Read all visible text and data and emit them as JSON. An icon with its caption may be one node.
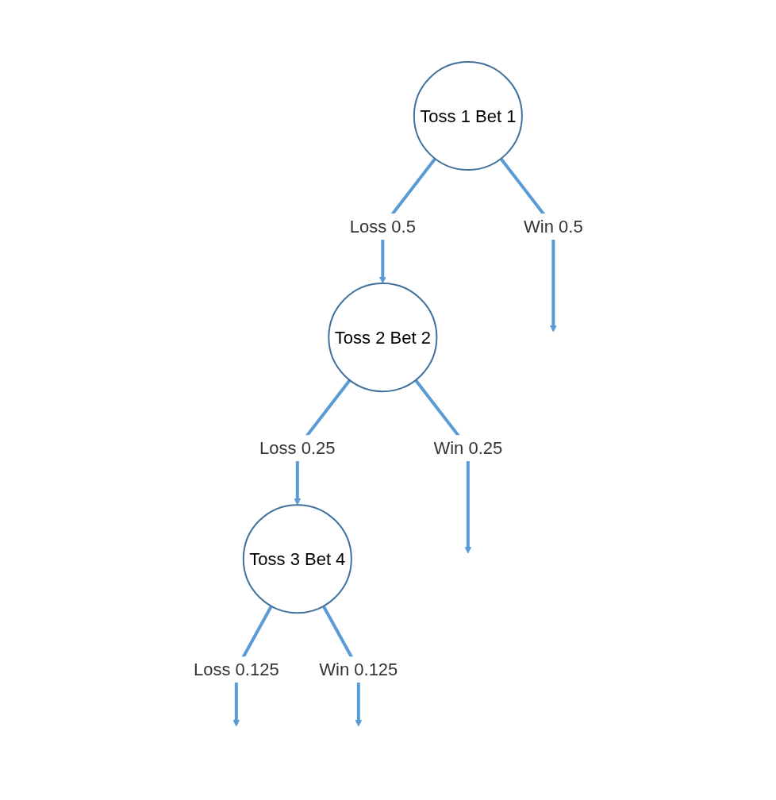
{
  "diagram": {
    "nodes": [
      {
        "text": [
          "Toss 1 Bet 1"
        ]
      },
      {
        "text": [
          "Toss 2 Bet 2"
        ]
      },
      {
        "text": [
          "Toss 3 Bet 4"
        ]
      }
    ],
    "edges": [
      {
        "from": 0,
        "to": 1,
        "arrow": "to",
        "label": "Loss 0.5"
      },
      {
        "from": 0,
        "to": null,
        "arrow": "to",
        "label": "Win 0.5"
      },
      {
        "from": 1,
        "to": 2,
        "arrow": "to",
        "label": "Loss 0.25"
      },
      {
        "from": 1,
        "to": null,
        "arrow": "to",
        "label": "Win 0.25"
      },
      {
        "from": 2,
        "to": null,
        "arrow": "to",
        "label": "Loss 0.125"
      },
      {
        "from": 2,
        "to": null,
        "arrow": "to",
        "label": "Win 0.125"
      }
    ]
  }
}
